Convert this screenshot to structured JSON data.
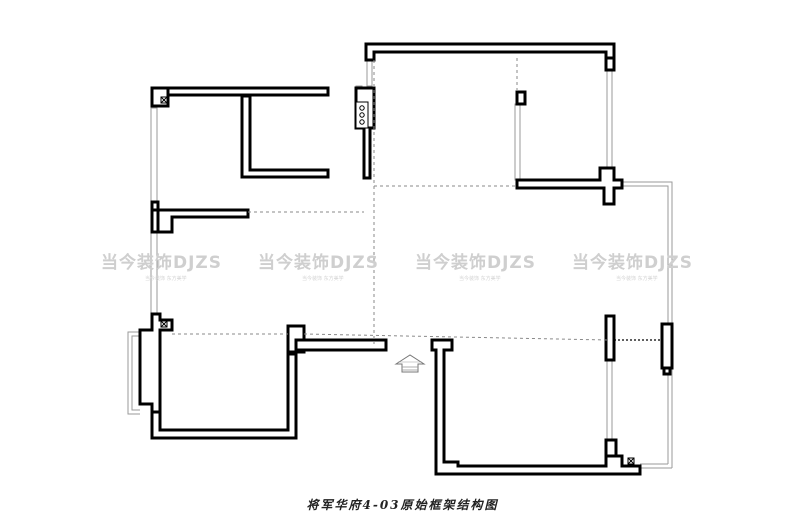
{
  "title": "将军华府4-03原始框架结构图",
  "watermark": {
    "brand": "当今装饰DJZS",
    "sub": "当今装饰 东方美学"
  },
  "colors": {
    "wall": "#000000",
    "window": "#9a9a9a",
    "dashed_beam": "#8a8a8a",
    "watermark": "#cfcfcf"
  },
  "icons": [
    "entrance-arrow-icon",
    "gas-stove-icon",
    "vent-x-icon"
  ]
}
